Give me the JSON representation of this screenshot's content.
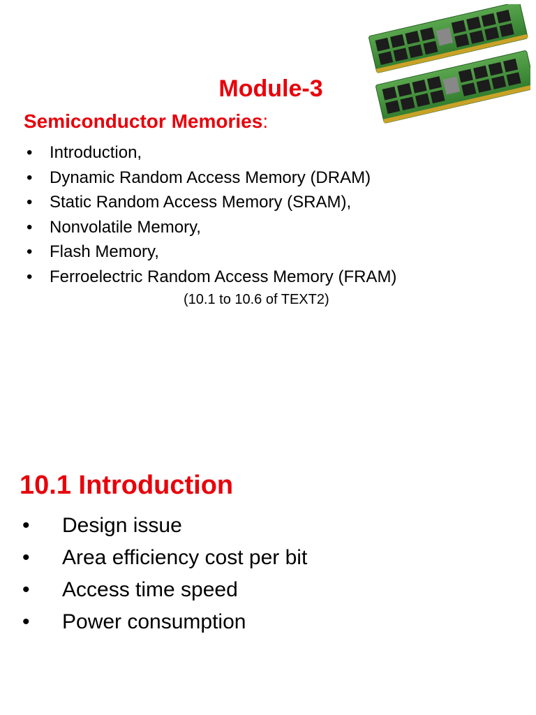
{
  "slide1": {
    "title": "Module-3",
    "subtitle": "Semiconductor Memories",
    "subtitle_colon": ":",
    "bullets": [
      "Introduction,",
      "Dynamic Random Access Memory (DRAM)",
      "Static Random Access Memory (SRAM),",
      "Nonvolatile Memory,",
      "Flash Memory,",
      "Ferroelectric Random Access Memory (FRAM)"
    ],
    "note": "(10.1 to 10.6 of TEXT2)"
  },
  "slide2": {
    "heading": "10.1 Introduction",
    "bullets": [
      "Design issue",
      "Area efficiency cost per bit",
      "Access time speed",
      "Power consumption"
    ]
  },
  "icons": {
    "bullet": "•",
    "image": "ram-modules-icon"
  },
  "colors": {
    "accent": "#e8000b",
    "pcb": "#3f8f3a",
    "chip": "#1c1c1c",
    "contacts": "#c9a227"
  }
}
